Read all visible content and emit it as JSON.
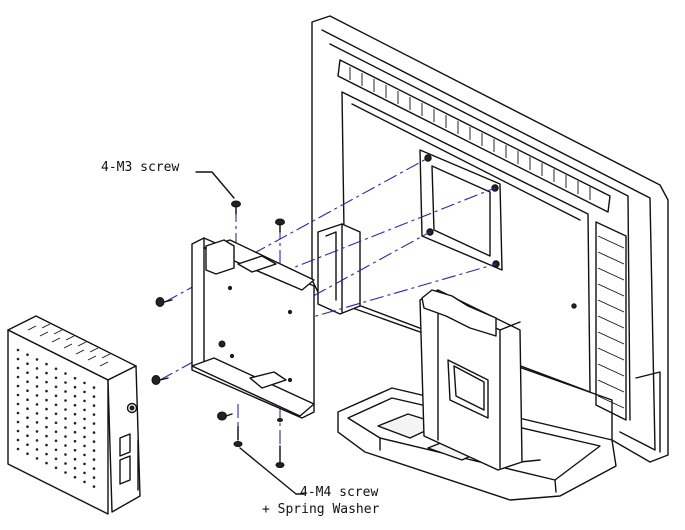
{
  "labels": {
    "m3_screw": "4-M3 screw",
    "m4_screw_line1": "4-M4 screw",
    "m4_screw_line2": "+ Spring Washer"
  },
  "colors": {
    "line": "#111111",
    "guide_line": "#2a2aa8",
    "background": "#ffffff"
  }
}
